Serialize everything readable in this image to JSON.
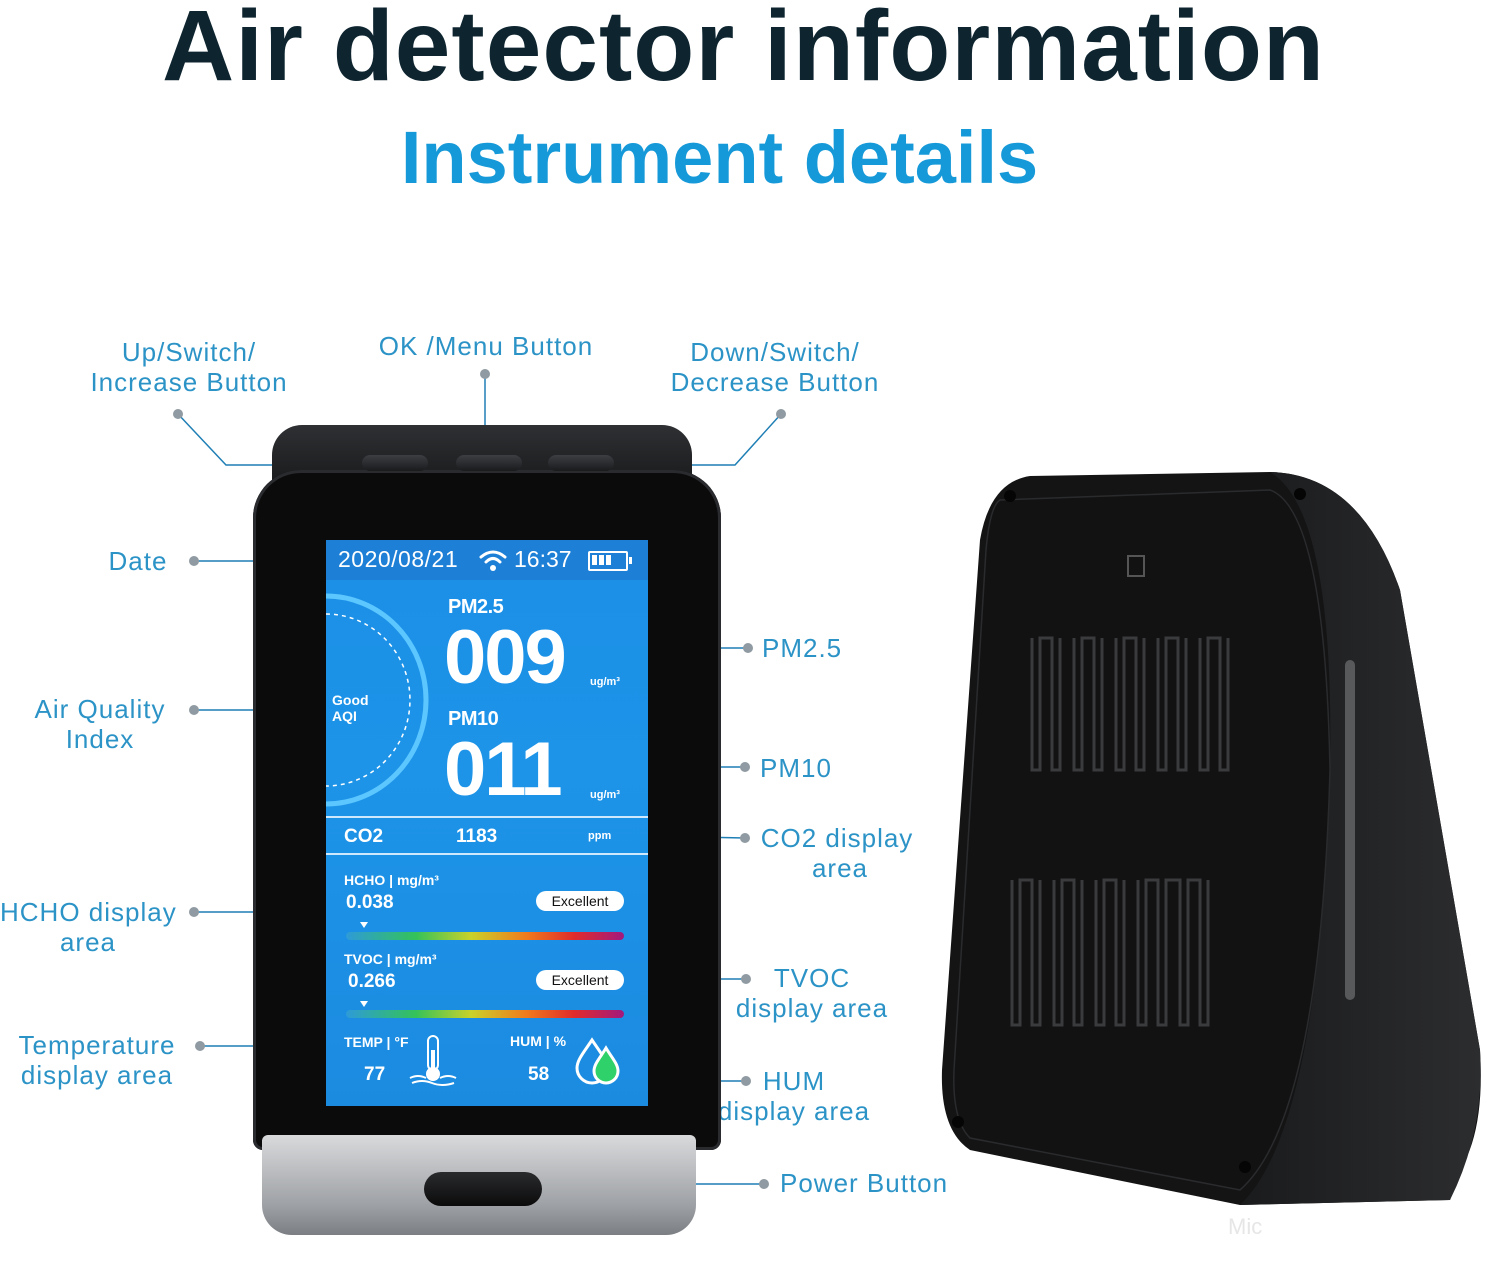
{
  "header": {
    "title": "Air detector information",
    "subtitle": "Instrument details"
  },
  "callouts": {
    "up_button": [
      "Up/Switch/",
      "Increase Button"
    ],
    "ok_button": "OK /Menu Button",
    "down_button": [
      "Down/Switch/",
      "Decrease Button"
    ],
    "date": "Date",
    "aqi": [
      "Air Quality",
      "Index"
    ],
    "hcho": [
      "HCHO display",
      "area"
    ],
    "temperature": [
      "Temperature",
      "display area"
    ],
    "pm25": "PM2.5",
    "pm10": "PM10",
    "co2": [
      "CO2 display",
      "area"
    ],
    "tvoc": [
      "TVOC",
      "display area"
    ],
    "hum": [
      "HUM",
      "display area"
    ],
    "power": "Power Button"
  },
  "screen": {
    "date": "2020/08/21",
    "time": "16:37",
    "pm25_label": "PM2.5",
    "pm25_value": "009",
    "pm25_unit": "ug/m³",
    "pm10_label": "PM10",
    "pm10_value": "011",
    "pm10_unit": "ug/m³",
    "aqi_status": "Good",
    "aqi_label": "AQI",
    "co2_label": "CO2",
    "co2_value": "1183",
    "co2_unit": "ppm",
    "hcho_label": "HCHO",
    "hcho_unit": "mg/m³",
    "hcho_value": "0.038",
    "hcho_status": "Excellent",
    "tvoc_label": "TVOC",
    "tvoc_unit": "mg/m³",
    "tvoc_value": "0.266",
    "tvoc_status": "Excellent",
    "temp_label": "TEMP",
    "temp_unit": "°F",
    "temp_value": "77",
    "hum_label": "HUM",
    "hum_unit": "%",
    "hum_value": "58"
  },
  "watermark": "Mic",
  "colors": {
    "title": "#0e2530",
    "subtitle": "#1699d8",
    "callout": "#2c93c7",
    "screen": "#1b8fe6"
  }
}
